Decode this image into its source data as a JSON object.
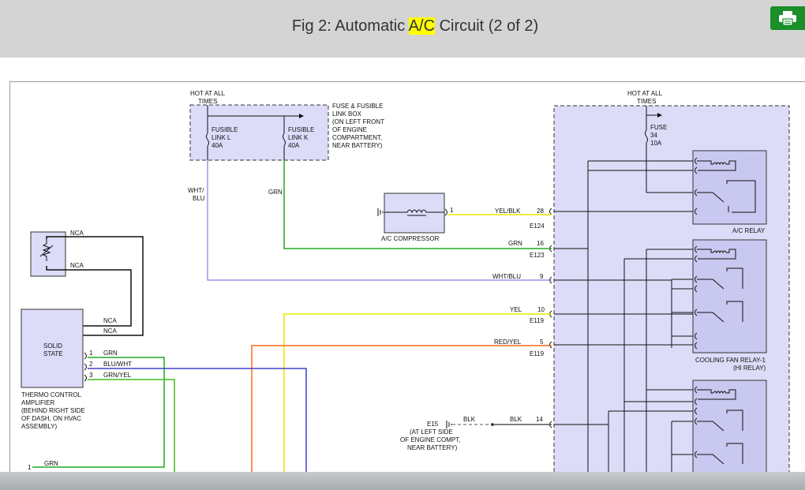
{
  "header": {
    "title_before": "Fig 2: Automatic ",
    "title_highlight": "A/C",
    "title_after": " Circuit (2 of 2)",
    "print_icon": "printer-icon",
    "highlight_color": "#ffff00",
    "print_button_color": "#1a8f2a"
  },
  "diagram": {
    "fuse_box": {
      "hot_line1": "HOT AT ALL",
      "hot_line2": "TIMES",
      "fusible_l": [
        "FUSIBLE",
        "LINK L",
        "40A"
      ],
      "fusible_k": [
        "FUSIBLE",
        "LINK K",
        "40A"
      ],
      "desc": [
        "FUSE & FUSIBLE",
        "LINK BOX",
        "(ON LEFT FRONT",
        "OF ENGINE",
        "COMPARTMENT,",
        "NEAR BATTERY)"
      ]
    },
    "right_box": {
      "hot_line1": "HOT AT ALL",
      "hot_line2": "TIMES",
      "fuse": [
        "FUSE",
        "34",
        "10A"
      ],
      "ac_relay": "A/C RELAY",
      "cooling_fan_relay": [
        "COOLING FAN RELAY-1",
        "(HI RELAY)"
      ]
    },
    "wire_labels": {
      "wht_blu_vertical": [
        "WHT/",
        "BLU"
      ],
      "grn_vertical": "GRN",
      "yel_blk": "YEL/BLK",
      "grn": "GRN",
      "wht_blu": "WHT/BLU",
      "yel": "YEL",
      "red_yel": "RED/YEL",
      "blk": "BLK",
      "blk2": "BLK",
      "nca1": "NCA",
      "nca2": "NCA",
      "nca3": "NCA",
      "nca4": "NCA",
      "grn_pin1": "GRN",
      "blu_wht": "BLU/WHT",
      "grn_yel": "GRN/YEL",
      "grn_bottom": "GRN"
    },
    "pins": {
      "p28": "28",
      "p16": "16",
      "p9": "9",
      "p10": "10",
      "p5": "5",
      "p14": "14",
      "p1_comp": "1",
      "pin1": "1",
      "pin2": "2",
      "pin3": "3",
      "pin1_bottom": "1"
    },
    "connectors": {
      "e124": "E124",
      "e123": "E123",
      "e119a": "E119",
      "e119b": "E119"
    },
    "compressor": "A/C COMPRESSOR",
    "ground": [
      "E15",
      "(AT LEFT SIDE",
      "OF ENGINE COMPT,",
      "NEAR BATTERY)"
    ],
    "amplifier": {
      "box": [
        "SOLID",
        "STATE"
      ],
      "desc": [
        "THERMO CONTROL",
        "AMPLIFIER",
        "(BEHIND RIGHT SIDE",
        "OF DASH, ON HVAC",
        "ASSEMBLY)"
      ]
    },
    "colors": {
      "wht_blu": "#8080e0",
      "grn": "#22aa22",
      "yel": "#e8e800",
      "red_yel": "#ff6a1a",
      "blu_wht": "#4040cc",
      "grn_yel": "#44bb22",
      "box_fill": "#dcdcf8"
    }
  }
}
